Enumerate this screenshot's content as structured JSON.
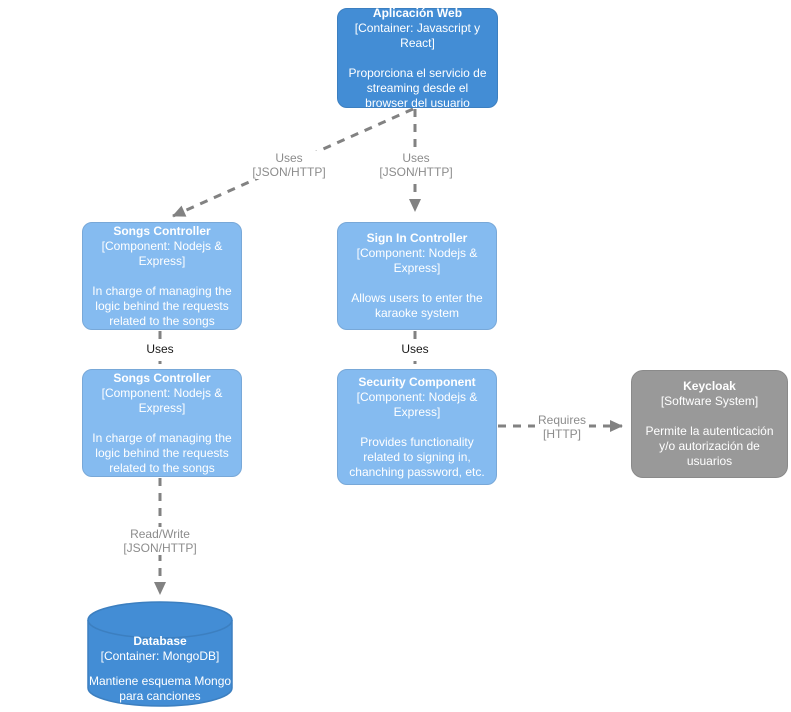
{
  "diagram_type": "C4 component diagram",
  "colors": {
    "container_fill": "#438DD5",
    "container_stroke": "#3C7FC0",
    "component_fill": "#85BBF0",
    "component_stroke": "#78A8D8",
    "system_fill": "#999999",
    "system_stroke": "#8A8A8A",
    "arrow": "#828282",
    "edge_label_text": "#8C8C8C",
    "edge_label_text_dark": "#1A1A1A",
    "node_text": "#FFFFFF"
  },
  "nodes": {
    "app_web": {
      "title": "Aplicación Web",
      "subtitle": "[Container: Javascript y React]",
      "description": "Proporciona el servicio de streaming desde el browser del usuario"
    },
    "songs_controller_top": {
      "title": "Songs Controller",
      "subtitle": "[Component: Nodejs & Express]",
      "description": "In charge of managing the logic behind the requests related to the songs"
    },
    "sign_in_controller": {
      "title": "Sign In Controller",
      "subtitle": "[Component: Nodejs & Express]",
      "description": "Allows users to enter the karaoke system"
    },
    "songs_controller_bottom": {
      "title": "Songs Controller",
      "subtitle": "[Component: Nodejs & Express]",
      "description": "In charge of managing the logic behind the requests related to the songs"
    },
    "security_component": {
      "title": "Security Component",
      "subtitle": "[Component: Nodejs & Express]",
      "description": "Provides functionality related to signing in, chanching password, etc."
    },
    "keycloak": {
      "title": "Keycloak",
      "subtitle": "[Software System]",
      "description": "Permite la autenticación y/o autorización de usuarios"
    },
    "database": {
      "title": "Database",
      "subtitle": "[Container: MongoDB]",
      "description": "Mantiene esquema Mongo para canciones"
    }
  },
  "edges": {
    "app_to_songs": {
      "label": "Uses",
      "protocol": "[JSON/HTTP]"
    },
    "app_to_signin": {
      "label": "Uses",
      "protocol": "[JSON/HTTP]"
    },
    "songs_to_songs": {
      "label": "Uses"
    },
    "signin_to_security": {
      "label": "Uses"
    },
    "security_to_keycloak": {
      "label": "Requires",
      "protocol": "[HTTP]"
    },
    "songs_to_database": {
      "label": "Read/Write",
      "protocol": "[JSON/HTTP]"
    }
  }
}
